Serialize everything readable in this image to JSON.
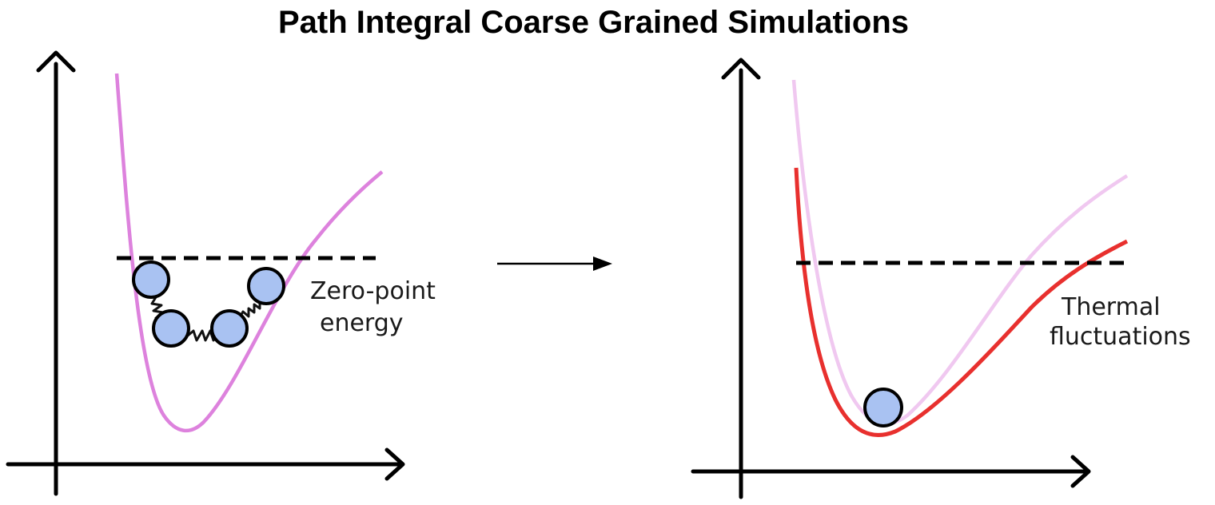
{
  "title": "Path Integral Coarse Grained Simulations",
  "left_panel": {
    "label_line1": "Zero-point",
    "label_line2": "energy"
  },
  "right_panel": {
    "label_line1": "Thermal",
    "label_line2": "fluctuations"
  },
  "colors": {
    "quantum_potential": "#dd82dd",
    "quantum_potential_faded": "#f0c8f0",
    "effective_potential": "#e8302e",
    "bead_fill": "#a9c2f2",
    "ink": "#000000"
  },
  "icons": {
    "transition_arrow": "right-arrow-icon"
  }
}
